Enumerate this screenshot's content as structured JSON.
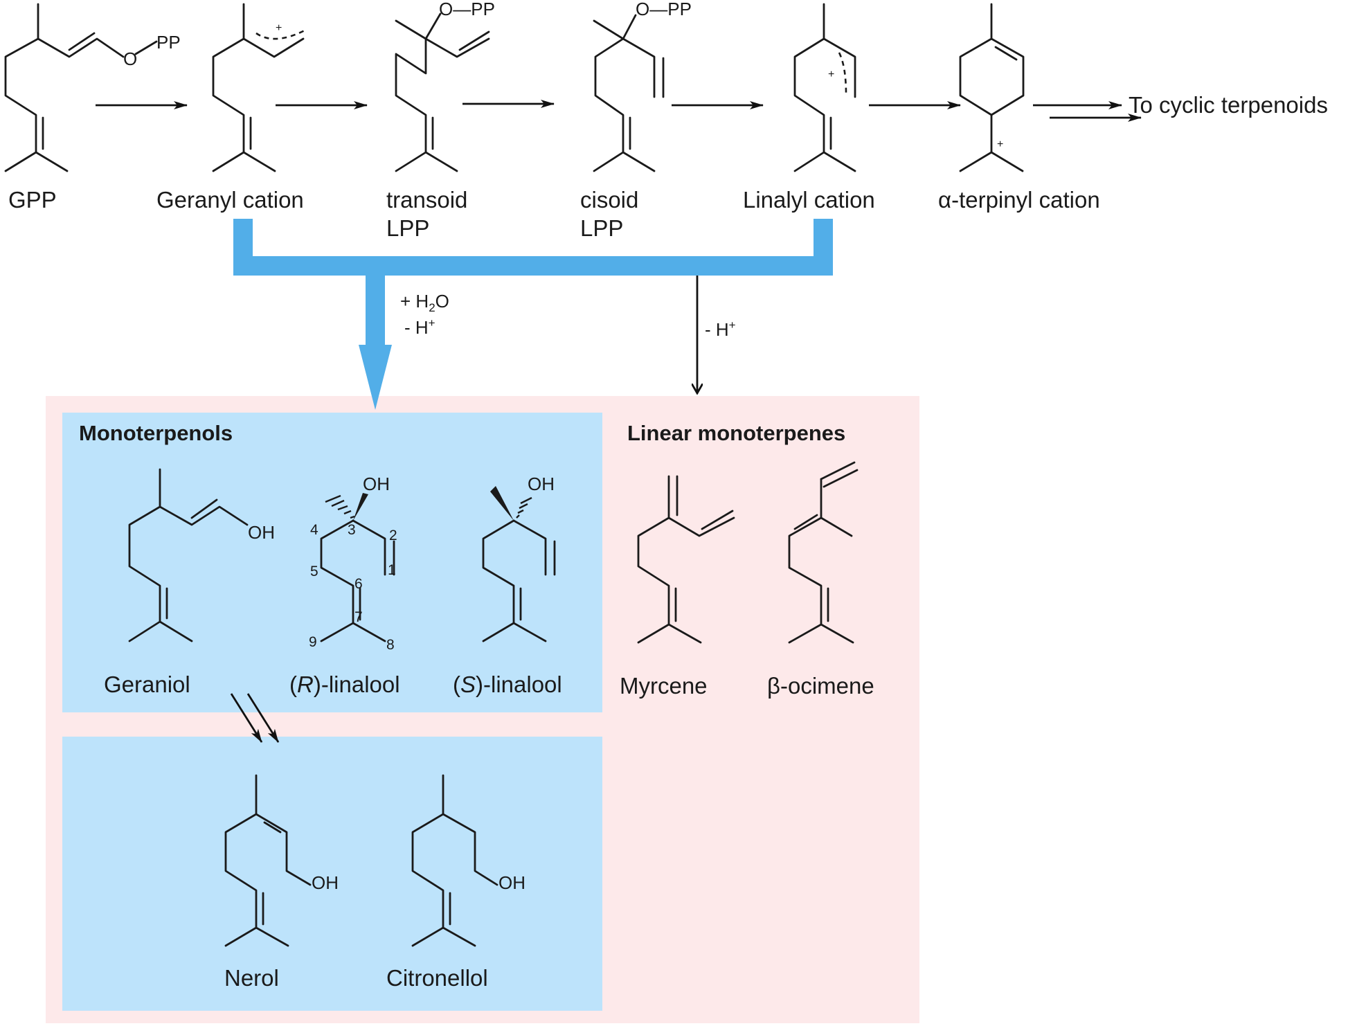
{
  "colors": {
    "pink_panel": "#fde9ea",
    "blue_panel": "#bde3fb",
    "blue_flow": "#52aee8",
    "ink": "#1a1a1a"
  },
  "pathway": {
    "compounds": [
      {
        "id": "gpp",
        "label": "GPP"
      },
      {
        "id": "geranyl-cation",
        "label": "Geranyl cation"
      },
      {
        "id": "transoid-lpp",
        "label_line1": "transoid",
        "label_line2": "LPP"
      },
      {
        "id": "cisoid-lpp",
        "label_line1": "cisoid",
        "label_line2": "LPP"
      },
      {
        "id": "linalyl-cation",
        "label": "Linalyl cation"
      },
      {
        "id": "alpha-terpinyl-cation",
        "label": "α-terpinyl cation"
      }
    ],
    "final_target": "To cyclic terpenoids",
    "pyrophosphate_group": "O—PP",
    "pyrophosphate_o": "O",
    "pyrophosphate_pp": "PP",
    "cation_charge": "+"
  },
  "conditions": {
    "water_addition_prefix": "+ H",
    "water_subscript": "2",
    "water_suffix": "O",
    "deprotonation_prefix": "- H",
    "deprotonation_superscript": "+",
    "right_deprotonation_prefix": "- H",
    "right_deprotonation_superscript": "+"
  },
  "groups": {
    "monoterpenols": {
      "title": "Monoterpenols",
      "compounds": [
        "Geraniol",
        "(R)-linalool",
        "(S)-linalool"
      ],
      "r_linalool_prefix": "(",
      "r_linalool_italic": "R",
      "r_linalool_suffix": ")-linalool",
      "s_linalool_prefix": "(",
      "s_linalool_italic": "S",
      "s_linalool_suffix": ")-linalool",
      "geraniol": "Geraniol",
      "hydroxyl": "OH",
      "carbon_numbers": [
        "1",
        "2",
        "3",
        "4",
        "5",
        "6",
        "7",
        "8",
        "9"
      ]
    },
    "derived_alcohols": {
      "nerol": "Nerol",
      "citronellol": "Citronellol",
      "hydroxyl": "OH"
    },
    "linear_monoterpenes": {
      "title": "Linear monoterpenes",
      "myrcene": "Myrcene",
      "beta_ocimene": "β-ocimene"
    }
  }
}
